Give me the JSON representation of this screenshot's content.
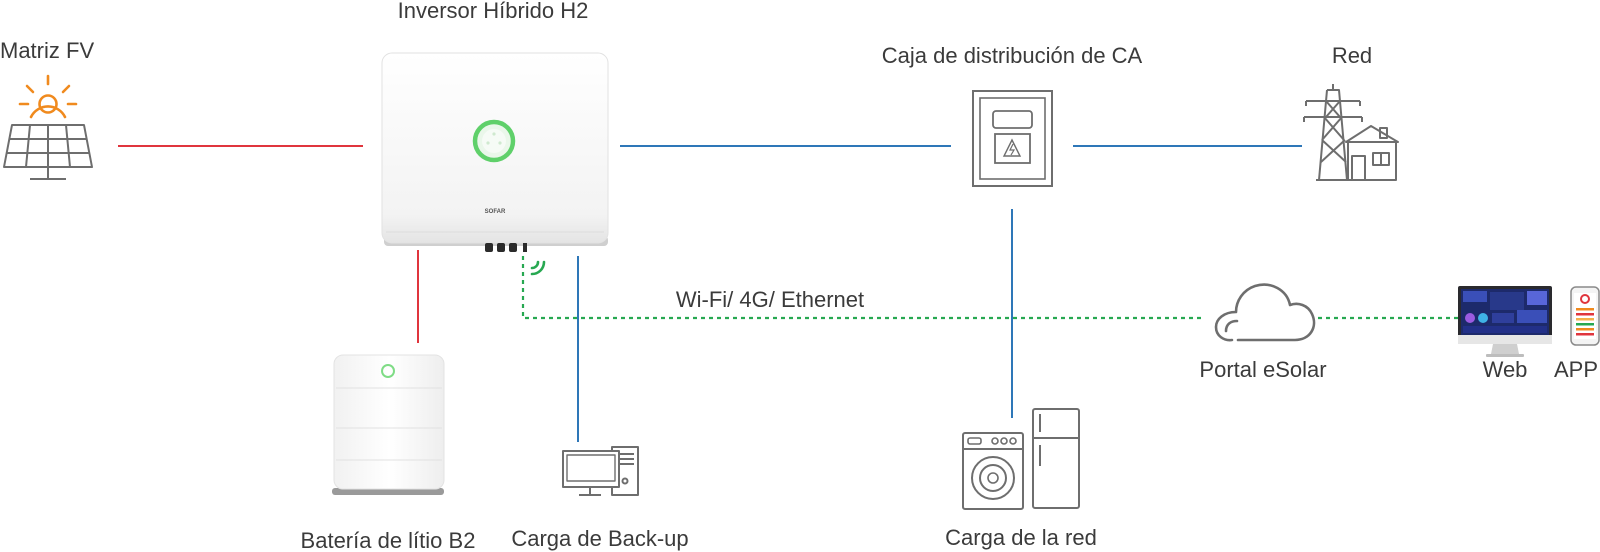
{
  "labels": {
    "pv": "Matriz FV",
    "inverter": "Inversor Híbrido H2",
    "ac_box": "Caja de distribución de CA",
    "grid": "Red",
    "comm": "Wi-Fi/ 4G/ Ethernet",
    "portal": "Portal eSolar",
    "web": "Web",
    "app": "APP",
    "battery": "Batería de lítio B2",
    "backup": "Carga de Back-up",
    "grid_load": "Carga de la red"
  },
  "inverter_brand": "SOFAR",
  "colors": {
    "dc_line": "#e0353d",
    "ac_line": "#2e77b8",
    "comm_line": "#27a851",
    "sun": "#f08a1e",
    "icon_stroke": "#6e6e6e",
    "led": "#5fd06a"
  },
  "icons": {
    "pv": "solar-panel-icon",
    "grid": "power-tower-house-icon",
    "ac_box": "distribution-box-icon",
    "portal": "cloud-icon",
    "web": "monitor-icon",
    "app": "phone-icon",
    "backup": "desktop-computer-icon",
    "grid_load": "washer-fridge-icon",
    "wifi": "wifi-signal-icon"
  }
}
